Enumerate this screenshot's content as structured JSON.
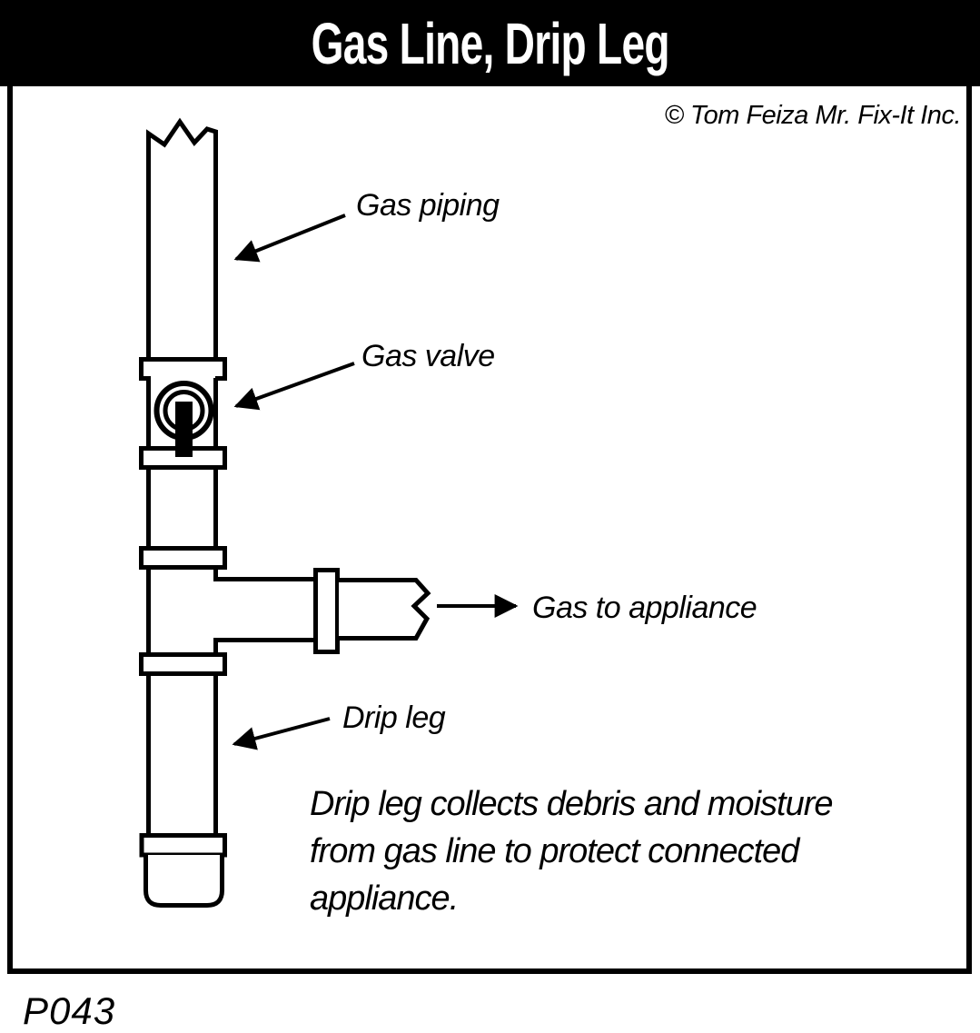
{
  "title_bar": {
    "title": "Gas Line, Drip Leg"
  },
  "canvas": {
    "copyright": "© Tom Feiza Mr. Fix-It Inc.",
    "labels": {
      "gas_piping": "Gas piping",
      "gas_valve": "Gas valve",
      "gas_to_appliance": "Gas to appliance",
      "drip_leg": "Drip leg"
    },
    "caption_lines": [
      "Drip leg collects debris and moisture",
      "from gas line to protect connected",
      "appliance."
    ]
  },
  "footer": {
    "figure_id": "P043"
  },
  "colors": {
    "ink": "#000000",
    "paper": "#ffffff",
    "title_bg": "#000000",
    "title_text": "#ffffff"
  }
}
